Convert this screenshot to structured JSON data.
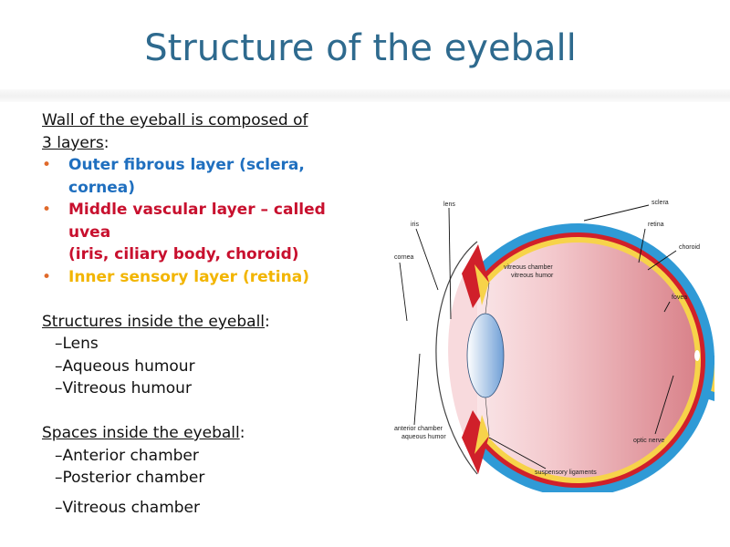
{
  "slide": {
    "title": "Structure of the eyeball",
    "wall": {
      "heading_line1": "Wall of the eyeball is composed of",
      "heading_line2": "3 layers",
      "heading_suffix": ":",
      "layers": [
        {
          "text": "Outer fibrous layer (sclera, cornea)",
          "color": "#1f6fbf"
        },
        {
          "text_line1": "Middle vascular layer – called uvea",
          "text_line2": "(iris, ciliary body, choroid)",
          "color": "#c8102e"
        },
        {
          "text": "Inner sensory layer (retina)",
          "color": "#f2b500"
        }
      ]
    },
    "inside_structures": {
      "heading": "Structures inside the eyeball",
      "suffix": ":",
      "items": [
        "–Lens",
        "–Aqueous humour",
        "–Vitreous humour"
      ]
    },
    "spaces": {
      "heading": "Spaces inside the eyeball",
      "suffix": ":",
      "items": [
        "–Anterior chamber",
        "–Posterior chamber",
        "–Vitreous chamber"
      ]
    },
    "bullet_color": "#e06a2b"
  },
  "diagram": {
    "labels": {
      "lens": "lens",
      "iris": "iris",
      "cornea": "cornea",
      "sclera": "sclera",
      "retina": "retina",
      "choroid": "choroid",
      "fovea": "fovea",
      "vitreous_line1": "vitreous chamber",
      "vitreous_line2": "vitreous humor",
      "anterior_line1": "anterior chamber",
      "anterior_line2": "aqueous humor",
      "optic_nerve": "optic nerve",
      "suspensory": "suspensory ligaments"
    },
    "colors": {
      "sclera": "#2f9ad6",
      "choroid": "#d0202a",
      "retina": "#f7d34a",
      "vitreous": "#d9828a",
      "lens": "#8fb6e0"
    }
  }
}
